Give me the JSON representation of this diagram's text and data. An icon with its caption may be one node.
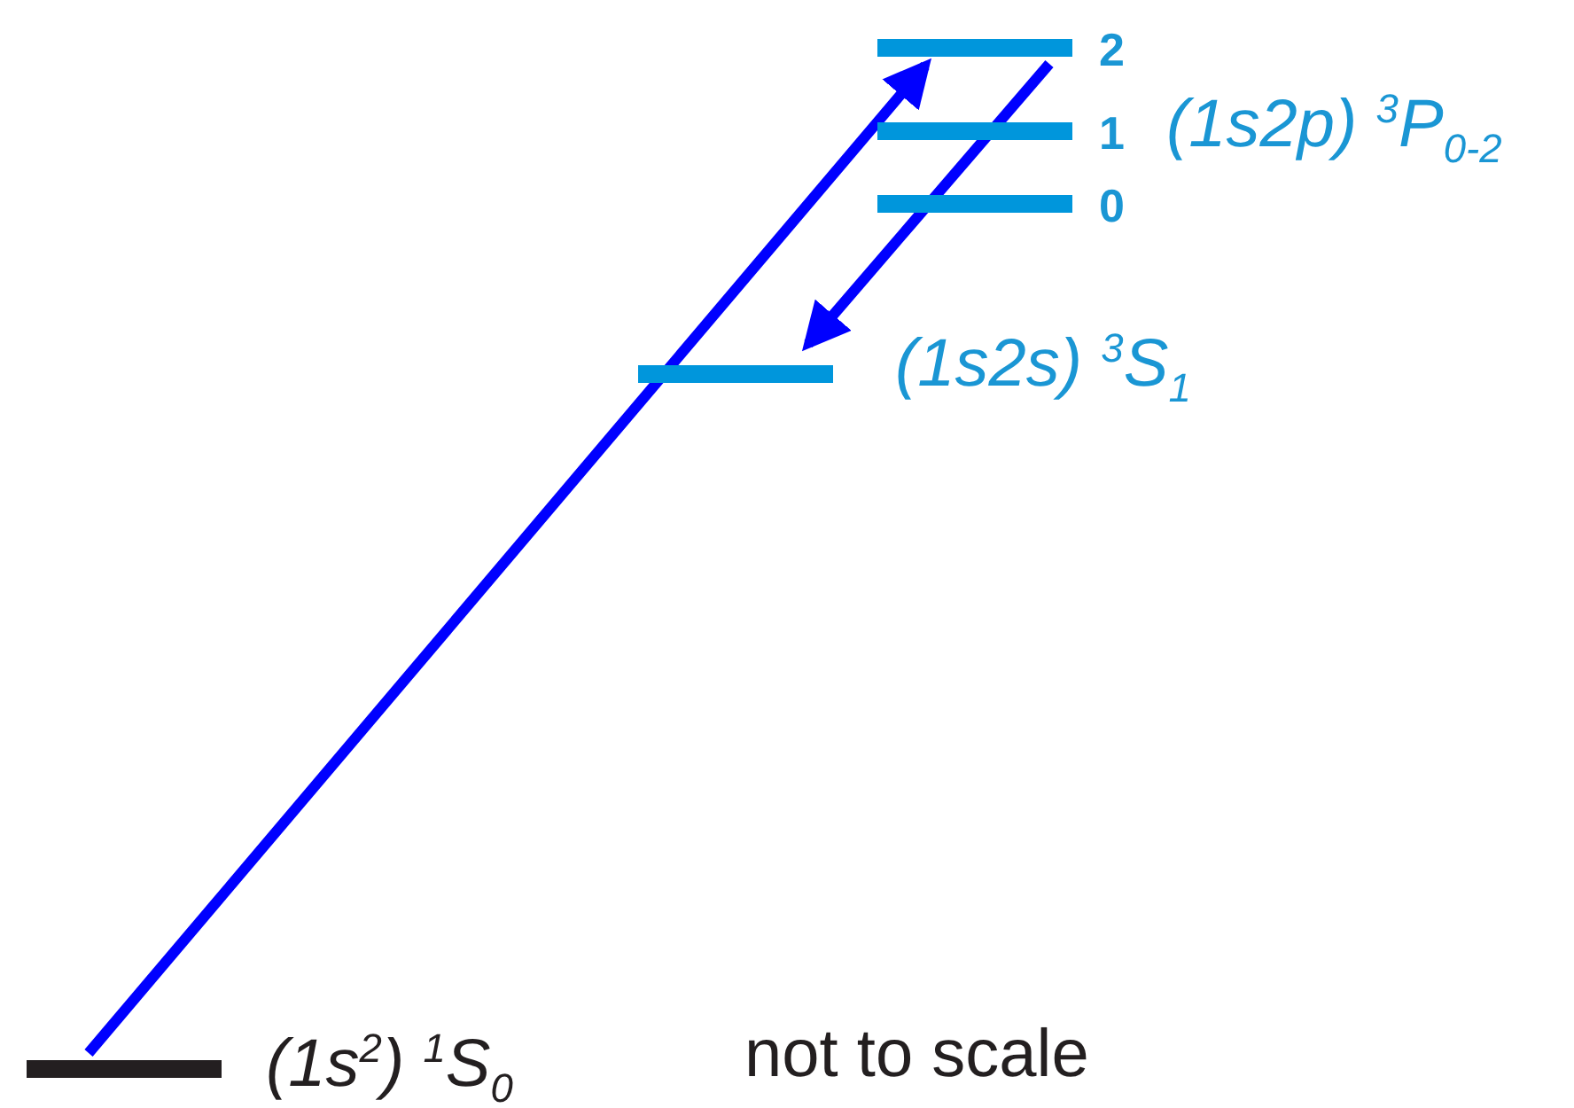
{
  "diagram": {
    "nodes": [
      {
        "text": [
          "2"
        ]
      },
      {
        "text": [
          "1"
        ]
      },
      {
        "text": [
          "0"
        ]
      },
      {
        "text": [
          "(1s2s) $^{3}$S$_{1}$"
        ]
      },
      {
        "text": [
          "(1s$^{2}$) $^{1}$S$_{0}$"
        ]
      }
    ],
    "edges": [
      {
        "from": 4,
        "to": 0,
        "arrow": "to"
      },
      {
        "from": 0,
        "to": 3,
        "arrow": "to"
      }
    ],
    "labels": [
      "(1s2p) $^{3}$P$_{0-2}$",
      "not to scale"
    ]
  }
}
